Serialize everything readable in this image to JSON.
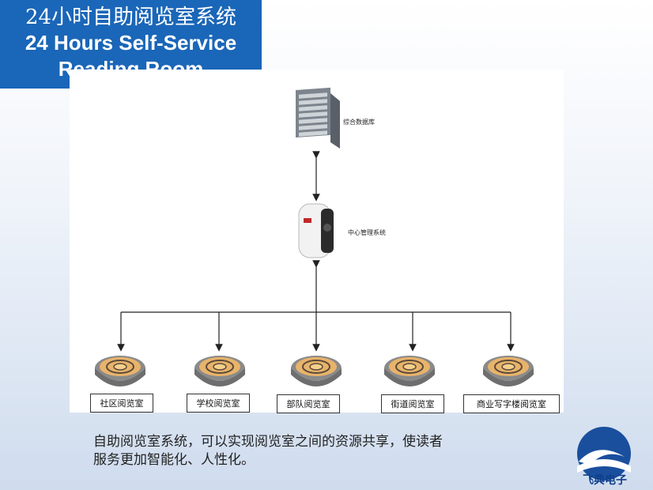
{
  "header": {
    "title_cn": "24小时自助阅览室系统",
    "title_en_line1": "24 Hours Self-Service",
    "title_en_line2": "Reading Room"
  },
  "diagram": {
    "server_label": "综合数据库",
    "center_label": "中心管理系统",
    "rooms": [
      "社区阅览室",
      "学校阅览室",
      "部队阅览室",
      "街道阅览室",
      "商业写字楼阅览室"
    ]
  },
  "description": {
    "line1": "自助阅览室系统，可以实现阅览室之间的资源共享，使读者",
    "line2": "服务更加智能化、人性化。"
  },
  "logo": {
    "text": "飞典电子"
  },
  "colors": {
    "header_bg": "#1a66b8",
    "logo_blue": "#0f3f8c"
  }
}
